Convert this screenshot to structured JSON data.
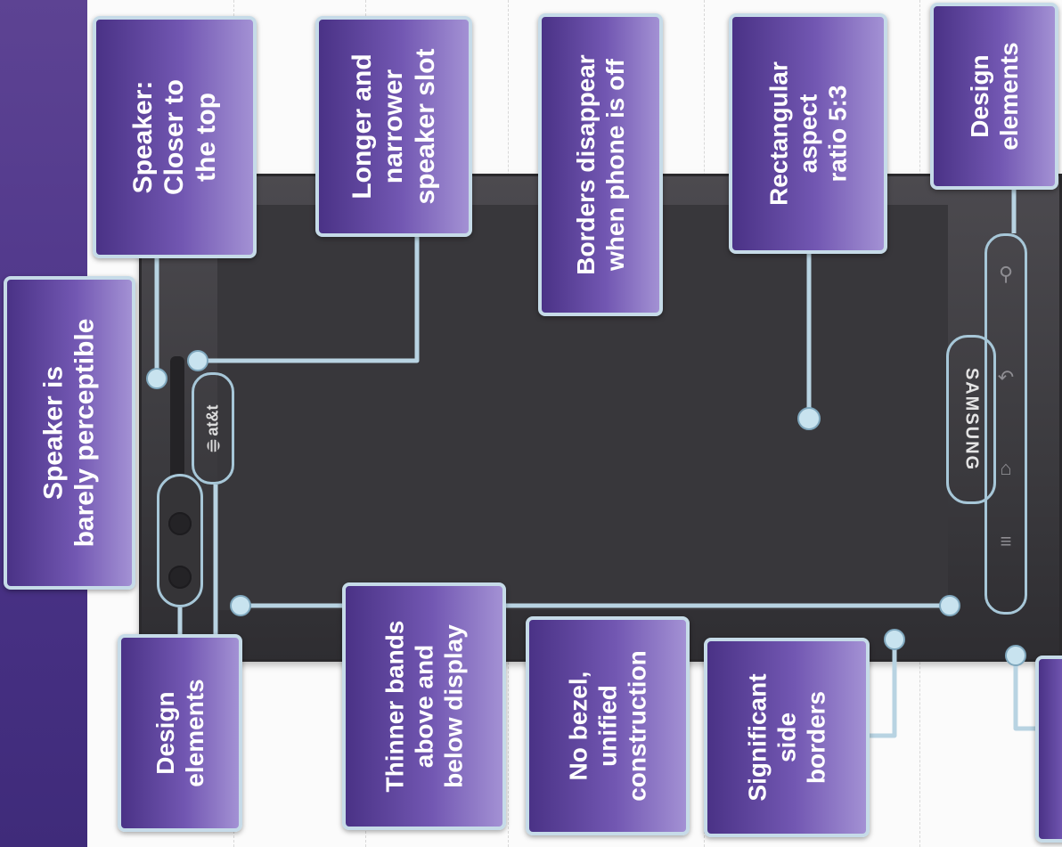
{
  "callouts": {
    "speaker_barely": "Speaker is\nbarely perceptible",
    "speaker_top": "Speaker:\nCloser to\nthe top",
    "speaker_slot": "Longer and\nnarrower\nspeaker slot",
    "borders_disappear": "Borders disappear\nwhen phone is off",
    "aspect_ratio": "Rectangular\naspect\nratio 5:3",
    "design_elements_right": "Design\nelements",
    "design_elements_left": "Design\nelements",
    "thinner_bands": "Thinner bands\nabove and\nbelow display",
    "no_bezel": "No bezel,\nunified\nconstruction",
    "side_borders": "Significant\nside\nborders"
  },
  "phone": {
    "carrier_logo": "at&t",
    "brand_logo": "SAMSUNG"
  },
  "colors": {
    "callout_dark": "#4a3286",
    "callout_light": "#a391d4",
    "callout_border": "#c6dbe8",
    "pointer": "#b8d3e2",
    "sidebar": "#4b3388",
    "phone_body": "#3b3a3e"
  },
  "icons": {
    "menu": "menu-key-icon",
    "home": "home-key-icon",
    "back": "back-key-icon",
    "search": "search-key-icon"
  }
}
